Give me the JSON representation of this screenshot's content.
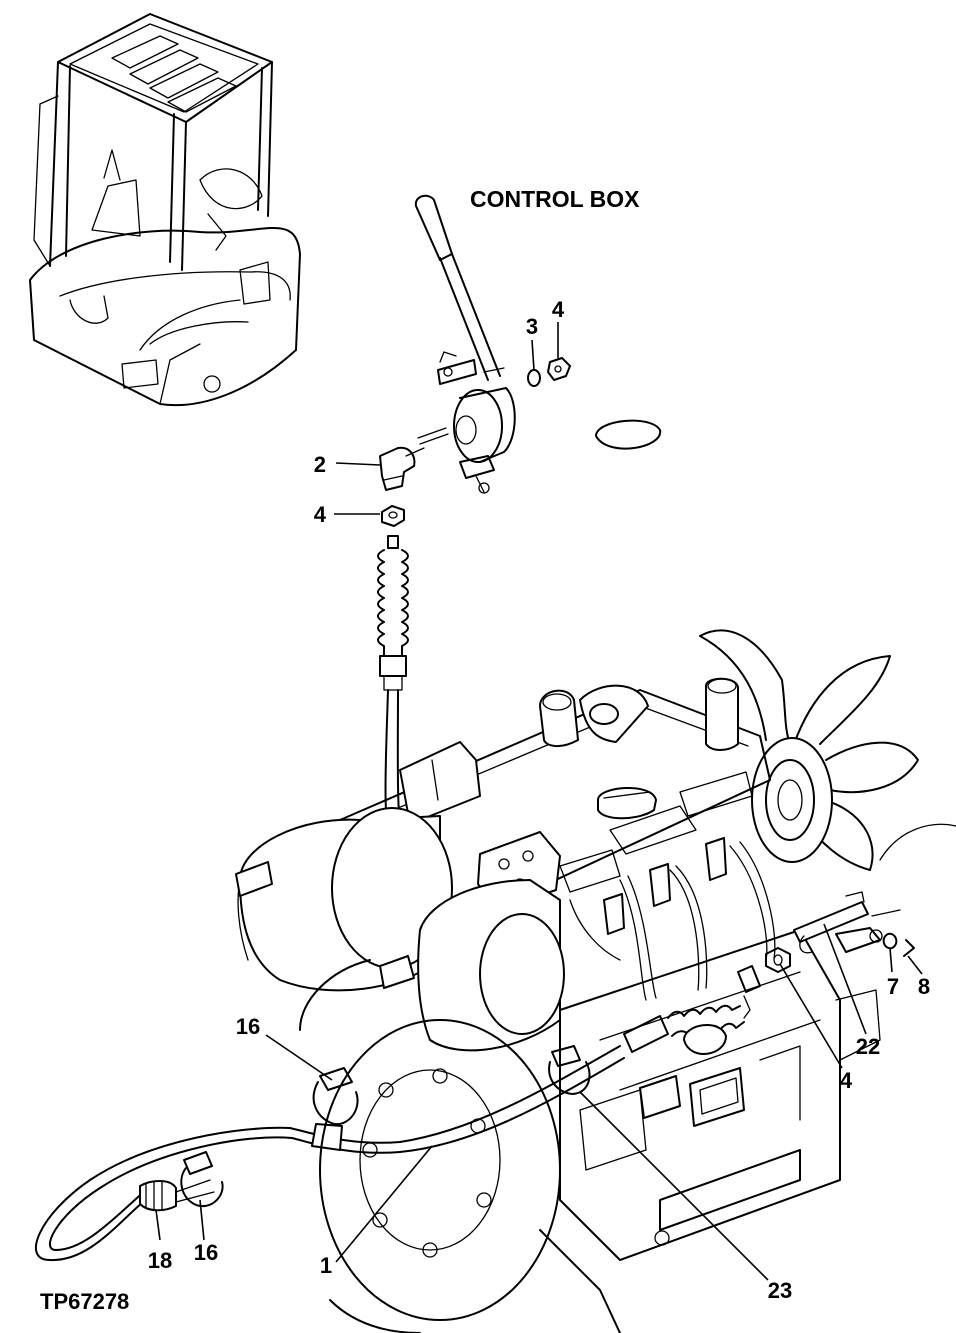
{
  "title": "CONTROL BOX",
  "figure_id": "TP67278",
  "callouts": {
    "c1": "1",
    "c2": "2",
    "c3": "3",
    "c4a": "4",
    "c4b": "4",
    "c4c": "4",
    "c7": "7",
    "c8": "8",
    "c16a": "16",
    "c16b": "16",
    "c18": "18",
    "c22": "22",
    "c23": "23"
  },
  "icons": {
    "excavator": "excavator-icon",
    "engine": "engine-icon",
    "control_box": "throttle-lever-icon",
    "cable": "throttle-cable-icon"
  }
}
